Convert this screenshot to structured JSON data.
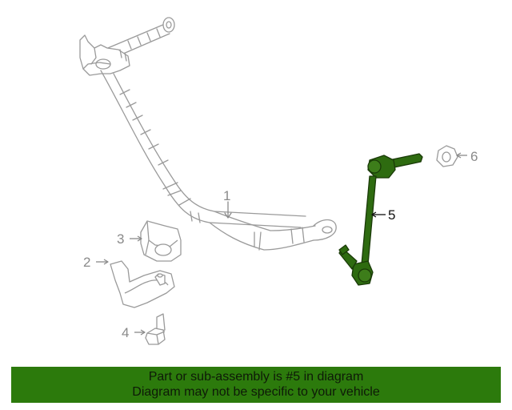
{
  "diagram": {
    "callouts": {
      "c1": "1",
      "c2": "2",
      "c3": "3",
      "c4": "4",
      "c5": "5",
      "c6": "6"
    },
    "highlight_color": "#2e6b10",
    "part_line_color": "#9a9a9a"
  },
  "banner": {
    "line1": "Part or sub-assembly is #5 in diagram",
    "line2": "Diagram may not be specific to your vehicle",
    "background": "#2c7a0c"
  }
}
